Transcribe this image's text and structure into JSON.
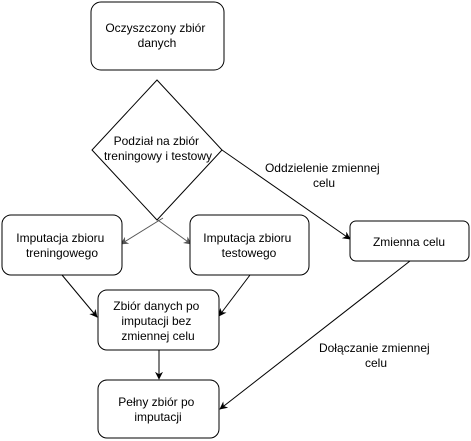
{
  "diagram": {
    "nodes": {
      "cleaned_dataset": {
        "lines": [
          "Oczyszczony zbiór",
          "danych"
        ]
      },
      "split_decision": {
        "lines": [
          "Podział na zbiór",
          "treningowy i testowy"
        ]
      },
      "impute_train": {
        "lines": [
          "Imputacja zbioru",
          "treningowego"
        ]
      },
      "impute_test": {
        "lines": [
          "Imputacja zbioru",
          "testowego"
        ]
      },
      "target_variable": {
        "lines": [
          "Zmienna celu"
        ]
      },
      "imputed_no_target": {
        "lines": [
          "Zbiór danych po",
          "imputacji bez",
          "zmiennej celu"
        ]
      },
      "full_imputed": {
        "lines": [
          "Pełny zbiór po",
          "imputacji"
        ]
      }
    },
    "edge_labels": {
      "target_separation": {
        "lines": [
          "Oddzielenie zmiennej",
          "celu"
        ]
      },
      "target_join": {
        "lines": [
          "Dołączanie zmiennej",
          "celu"
        ]
      }
    }
  }
}
